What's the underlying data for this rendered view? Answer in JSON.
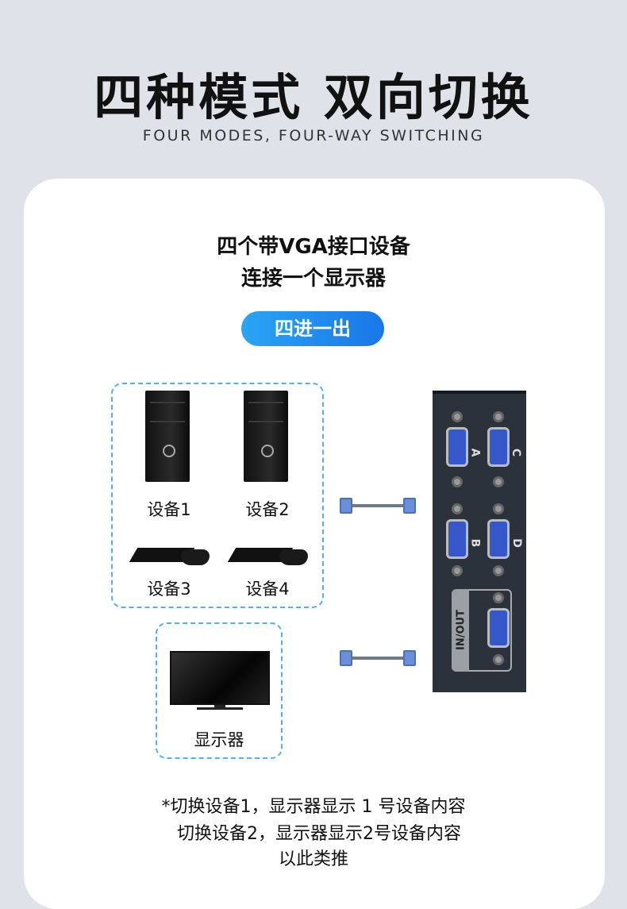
{
  "header": {
    "title": "四种模式 双向切换",
    "subtitle": "FOUR MODES, FOUR-WAY SWITCHING"
  },
  "card": {
    "heading_line1": "四个带VGA接口设备",
    "heading_line2": "连接一个显示器",
    "mode_badge": "四进一出",
    "devices": [
      "设备1",
      "设备2",
      "设备3",
      "设备4"
    ],
    "monitor_label": "显示器",
    "switch_ports": [
      "A",
      "B",
      "C",
      "D",
      "IN/OUT"
    ],
    "notes": [
      "*切换设备1，显示器显示 1 号设备内容",
      "切换设备2，显示器显示2号设备内容",
      "以此类推"
    ]
  }
}
